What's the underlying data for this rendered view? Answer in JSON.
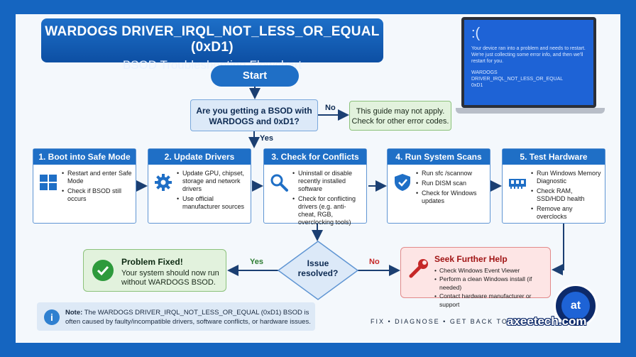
{
  "title": {
    "main": "WARDOGS DRIVER_IRQL_NOT_LESS_OR_EQUAL (0xD1)",
    "sub": "BSOD Troubleshooting Flowchart"
  },
  "bsod_screen": {
    "face": ":(",
    "message": "Your device ran into a problem and needs to restart. We're just collecting some error info, and then we'll restart for you.",
    "line1": "WARDOGS",
    "line2": "DRIVER_IRQL_NOT_LESS_OR_EQUAL",
    "line3": "0xD1"
  },
  "start": "Start",
  "question": "Are you getting a BSOD with WARDOGS and 0xD1?",
  "no_label": "No",
  "yes_label": "Yes",
  "no_apply": "This guide may not apply. Check for other error codes.",
  "steps": [
    {
      "title": "1. Boot into Safe Mode",
      "icon": "windows-icon",
      "items": [
        "Restart and enter Safe Mode",
        "Check if BSOD still occurs"
      ]
    },
    {
      "title": "2. Update Drivers",
      "icon": "gear-icon",
      "items": [
        "Update GPU, chipset, storage and network drivers",
        "Use official manufacturer sources"
      ]
    },
    {
      "title": "3. Check for Conflicts",
      "icon": "magnifier-icon",
      "items": [
        "Uninstall or disable recently installed software",
        "Check for conflicting drivers (e.g. anti-cheat, RGB, overclocking tools)"
      ]
    },
    {
      "title": "4. Run System Scans",
      "icon": "shield-check-icon",
      "items": [
        "Run sfc /scannow",
        "Run DISM scan",
        "Check for Windows updates"
      ]
    },
    {
      "title": "5. Test Hardware",
      "icon": "memory-stick-icon",
      "items": [
        "Run Windows Memory Diagnostic",
        "Check RAM, SSD/HDD health",
        "Remove any overclocks"
      ]
    }
  ],
  "decision": "Issue resolved?",
  "decision_yes": "Yes",
  "decision_no": "No",
  "fixed": {
    "title": "Problem Fixed!",
    "desc": "Your system should now run without WARDOGS BSOD."
  },
  "help": {
    "title": "Seek Further Help",
    "items": [
      "Check Windows Event Viewer",
      "Perform a clean Windows install (if needed)",
      "Contact hardware manufacturer or support"
    ]
  },
  "note": {
    "label": "Note:",
    "text": "The WARDOGS DRIVER_IRQL_NOT_LESS_OR_EQUAL (0xD1) BSOD is often caused by faulty/incompatible drivers, software conflicts, or hardware issues."
  },
  "tagline": "FIX  •  DIAGNOSE  •  GET BACK TO GAMING",
  "logo_text": "at",
  "brand": "axeetech.com",
  "colors": {
    "primary": "#1f6fc6",
    "green": "#2e9a3c",
    "red": "#c62828",
    "border": "#1565c0"
  }
}
